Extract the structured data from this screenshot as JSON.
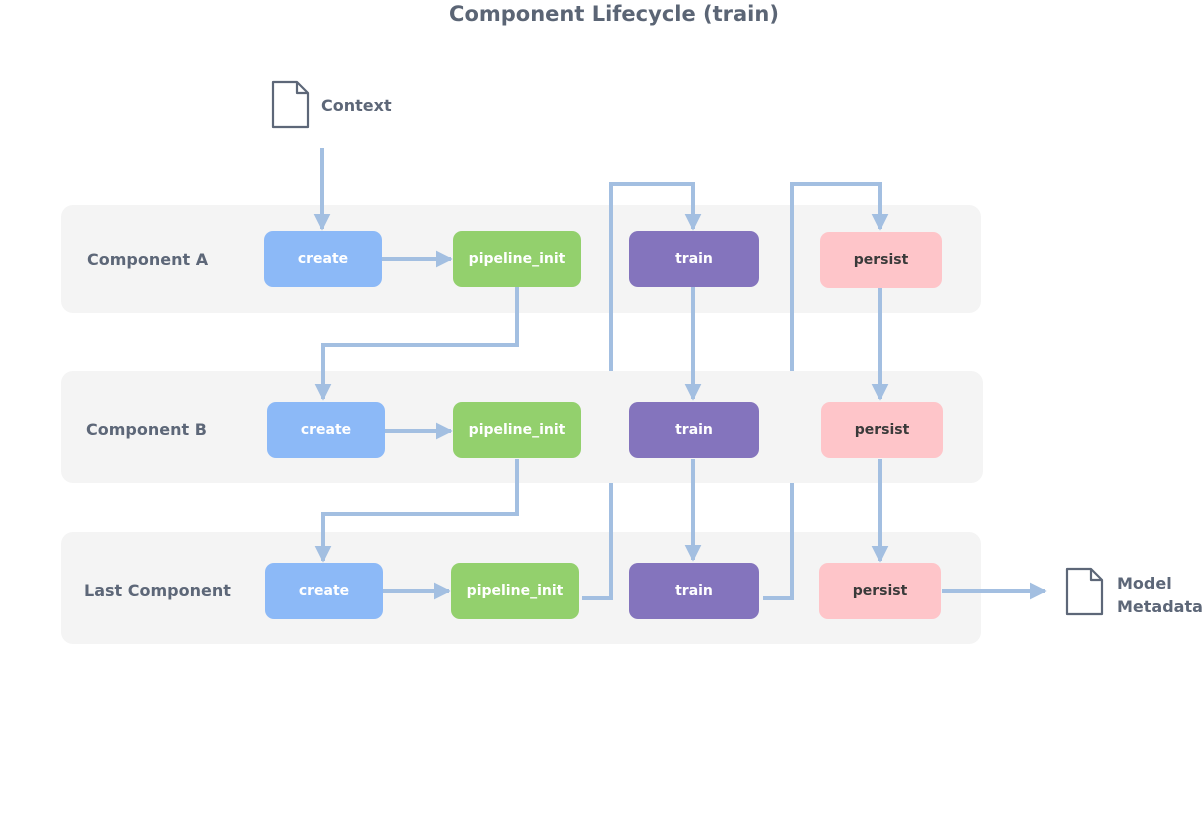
{
  "title": "Component Lifecycle (train)",
  "context_label": "Context",
  "output_label_line1": "Model",
  "output_label_line2": "Metadata",
  "lanes": [
    {
      "label": "Component A"
    },
    {
      "label": "Component B"
    },
    {
      "label": "Last Component"
    }
  ],
  "steps": {
    "create": "create",
    "pipeline_init": "pipeline_init",
    "train": "train",
    "persist": "persist"
  },
  "colors": {
    "create": "#8cb9f7",
    "pipeline_init": "#93d06d",
    "train": "#8474bd",
    "persist": "#fec5c9",
    "arrow": "#a3bfe1",
    "lane_background": "#f4f4f4",
    "text": "#5d6778"
  }
}
